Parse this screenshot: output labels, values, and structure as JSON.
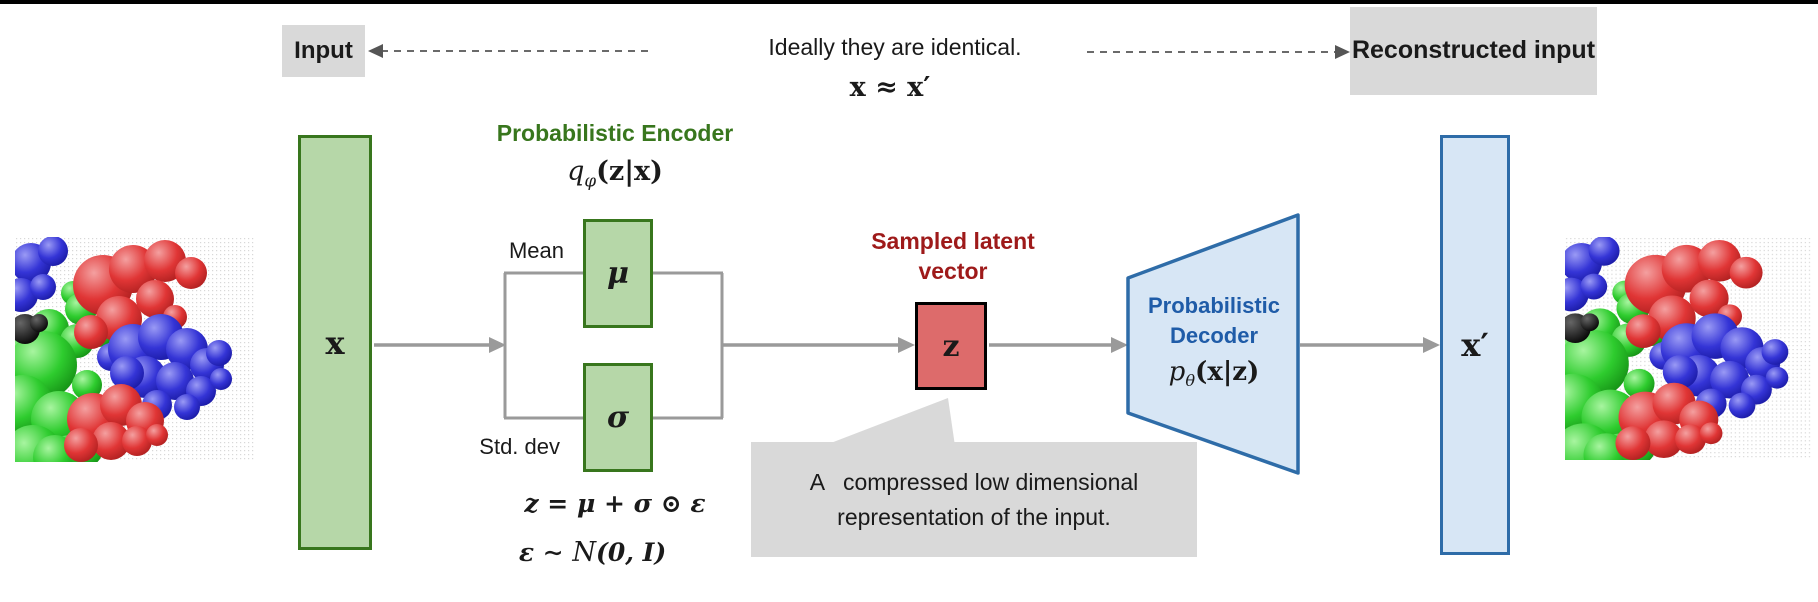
{
  "colors": {
    "green_fill": "#b6d7a8",
    "green_border": "#38761d",
    "green_text": "#38761d",
    "blue_fill": "#d7e6f5",
    "blue_border": "#2e6ca8",
    "blue_text": "#1f5ca8",
    "red_fill": "#dd6b6b",
    "red_border": "#000000",
    "red_text": "#9e1a1a",
    "gray_box": "#d9d9d9",
    "arrow_gray": "#9a9a9a",
    "dashed_arrow": "#555555",
    "text_black": "#1a1a1a"
  },
  "top_row": {
    "input_label": "Input",
    "identity_note": "Ideally they are identical.",
    "identity_formula": "x ≈ x′",
    "reconstructed_label": "Reconstructed input"
  },
  "encoder": {
    "title": "Probabilistic Encoder",
    "formula_base": "q",
    "formula_sub": "φ",
    "formula_args": "(z|x)",
    "mean_label": "Mean",
    "std_label": "Std. dev",
    "mu_symbol": "μ",
    "sigma_symbol": "σ"
  },
  "input_output": {
    "x_label": "x",
    "x_prime_label": "x′"
  },
  "latent": {
    "title": "Sampled latent vector",
    "z_symbol": "z",
    "sampling_formula": "z = μ + σ ⊙ ε",
    "noise_formula_lhs": "ε ∼ ",
    "noise_formula_dist": "N",
    "noise_formula_args": "(0, I)",
    "callout_line1": "A   compressed low dimensional",
    "callout_line2": "representation of the input."
  },
  "decoder": {
    "title_line1": "Probabilistic",
    "title_line2": "Decoder",
    "formula_base": "p",
    "formula_sub": "θ",
    "formula_args": "(x|z)"
  },
  "molecule_colors": {
    "red": "#e03535",
    "green": "#2ecc2e",
    "blue": "#3434d6",
    "black": "#111111",
    "background_dot": "#d8d8d8"
  }
}
